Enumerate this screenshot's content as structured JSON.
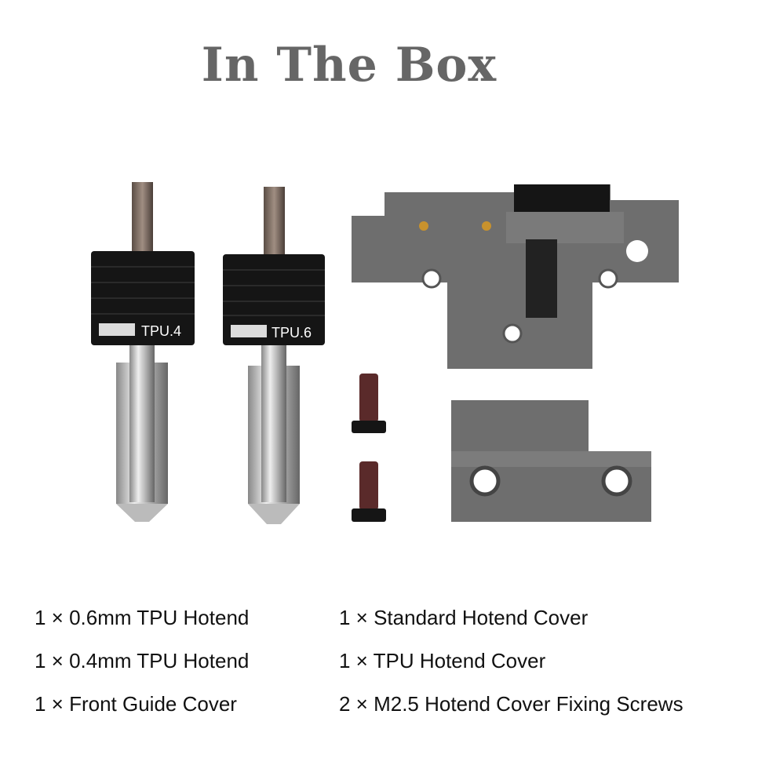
{
  "title": "In The Box",
  "product_markings": {
    "hotend_left": "TPU.4",
    "hotend_right": "TPU.6"
  },
  "items": [
    "1 × 0.6mm TPU Hotend",
    "1 × 0.4mm TPU Hotend",
    "1 × Front Guide Cover",
    "1 × Standard Hotend Cover",
    "1 × TPU Hotend Cover",
    "2 × M2.5 Hotend Cover Fixing Screws"
  ],
  "colors": {
    "title": "#666666",
    "part_gray": "#707070",
    "heatsink": "#111111"
  }
}
